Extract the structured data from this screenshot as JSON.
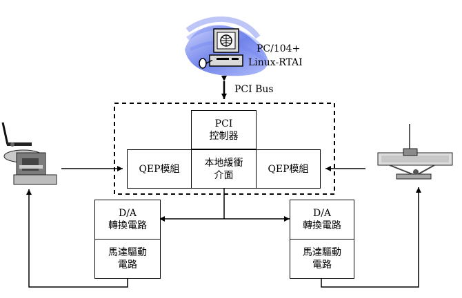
{
  "pc": {
    "line1": "PC/104+",
    "line2": "Linux-RTAI"
  },
  "bus": {
    "label": "PCI Bus"
  },
  "pci_controller": {
    "line1": "PCI",
    "line2": "控制器"
  },
  "qep_left": {
    "label": "QEP模組"
  },
  "local_buffer": {
    "line1": "本地緩衝",
    "line2": "介面"
  },
  "qep_right": {
    "label": "QEP模組"
  },
  "da_left": {
    "line1": "D/A",
    "line2": "轉換電路"
  },
  "motor_left": {
    "line1": "馬達驅動",
    "line2": "電路"
  },
  "da_right": {
    "line1": "D/A",
    "line2": "轉換電路"
  },
  "motor_right": {
    "line1": "馬達驅動",
    "line2": "電路"
  },
  "colors": {
    "accent_blue": "#3f57d6",
    "line": "#000000"
  },
  "icons": {
    "pc": "computer-terminal-icon",
    "left_device": "robot-arm-icon",
    "right_device": "inverted-pendulum-icon"
  }
}
